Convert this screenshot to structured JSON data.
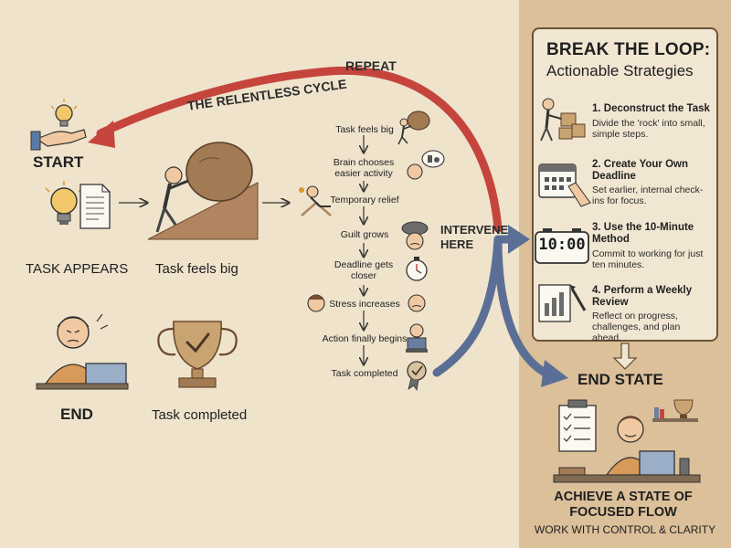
{
  "cycle": {
    "repeat_label": "REPEAT",
    "cycle_label": "THE RELENTLESS CYCLE",
    "intervene_label": "INTERVENE HERE"
  },
  "start": {
    "title": "START",
    "task_appears": "TASK APPEARS",
    "task_feels_big": "Task feels big"
  },
  "end": {
    "title": "END",
    "task_completed": "Task completed"
  },
  "flow": {
    "steps": [
      "Task feels big",
      "Brain chooses easier activity",
      "Temporary relief",
      "Guilt grows",
      "Deadline gets closer",
      "Stress increases",
      "Action finally begins",
      "Task completed"
    ]
  },
  "panel": {
    "title": "BREAK THE LOOP:",
    "subtitle": "Actionable Strategies",
    "strategies": [
      {
        "title": "1. Deconstruct the Task",
        "desc": "Divide the 'rock' into small, simple steps.",
        "icon": "boxes-icon"
      },
      {
        "title": "2. Create Your Own Deadline",
        "desc": "Set earlier, internal check-ins for focus.",
        "icon": "calendar-icon"
      },
      {
        "title": "3. Use the 10-Minute Method",
        "desc": "Commit to working for just ten minutes.",
        "icon": "timer-icon"
      },
      {
        "title": "4. Perform a Weekly Review",
        "desc": "Reflect on progress, challenges, and plan ahead.",
        "icon": "review-icon"
      }
    ],
    "timer_display": "10:00",
    "end_state": "END STATE",
    "achieve": "ACHIEVE A STATE OF FOCUSED FLOW",
    "work": "WORK WITH CONTROL & CLARITY"
  },
  "colors": {
    "paper": "#efe3cc",
    "panel": "#dcc09a",
    "red_arrow": "#c5453d",
    "blue_arrow": "#5b6f96",
    "ink": "#1f1f1f"
  }
}
